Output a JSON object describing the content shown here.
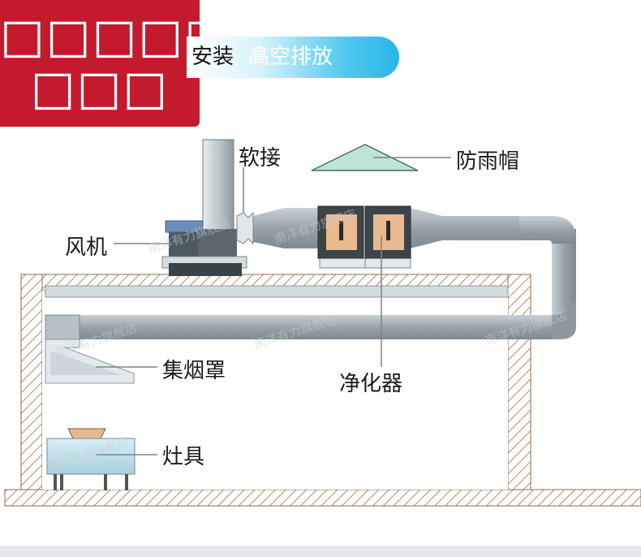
{
  "badge": {
    "line1": "□□□□□□",
    "line2": "□□□"
  },
  "banner": {
    "part1": "安装",
    "part2": "高空排放"
  },
  "labels": {
    "soft_joint": "软接",
    "rain_cap": "防雨帽",
    "fan": "风机",
    "hood": "集烟罩",
    "purifier": "净化器",
    "stove": "灶具"
  },
  "watermark": "南洋有力旗舰店",
  "colors": {
    "badge": "#c31b2d",
    "banner": "#2ab5e8",
    "duct": "#9fa8ad",
    "purifier_panel": "#e9b98f"
  },
  "icons": [
    "fan-icon",
    "purifier-unit-icon",
    "rain-cap-icon",
    "hood-icon",
    "stove-icon",
    "duct-icon"
  ]
}
